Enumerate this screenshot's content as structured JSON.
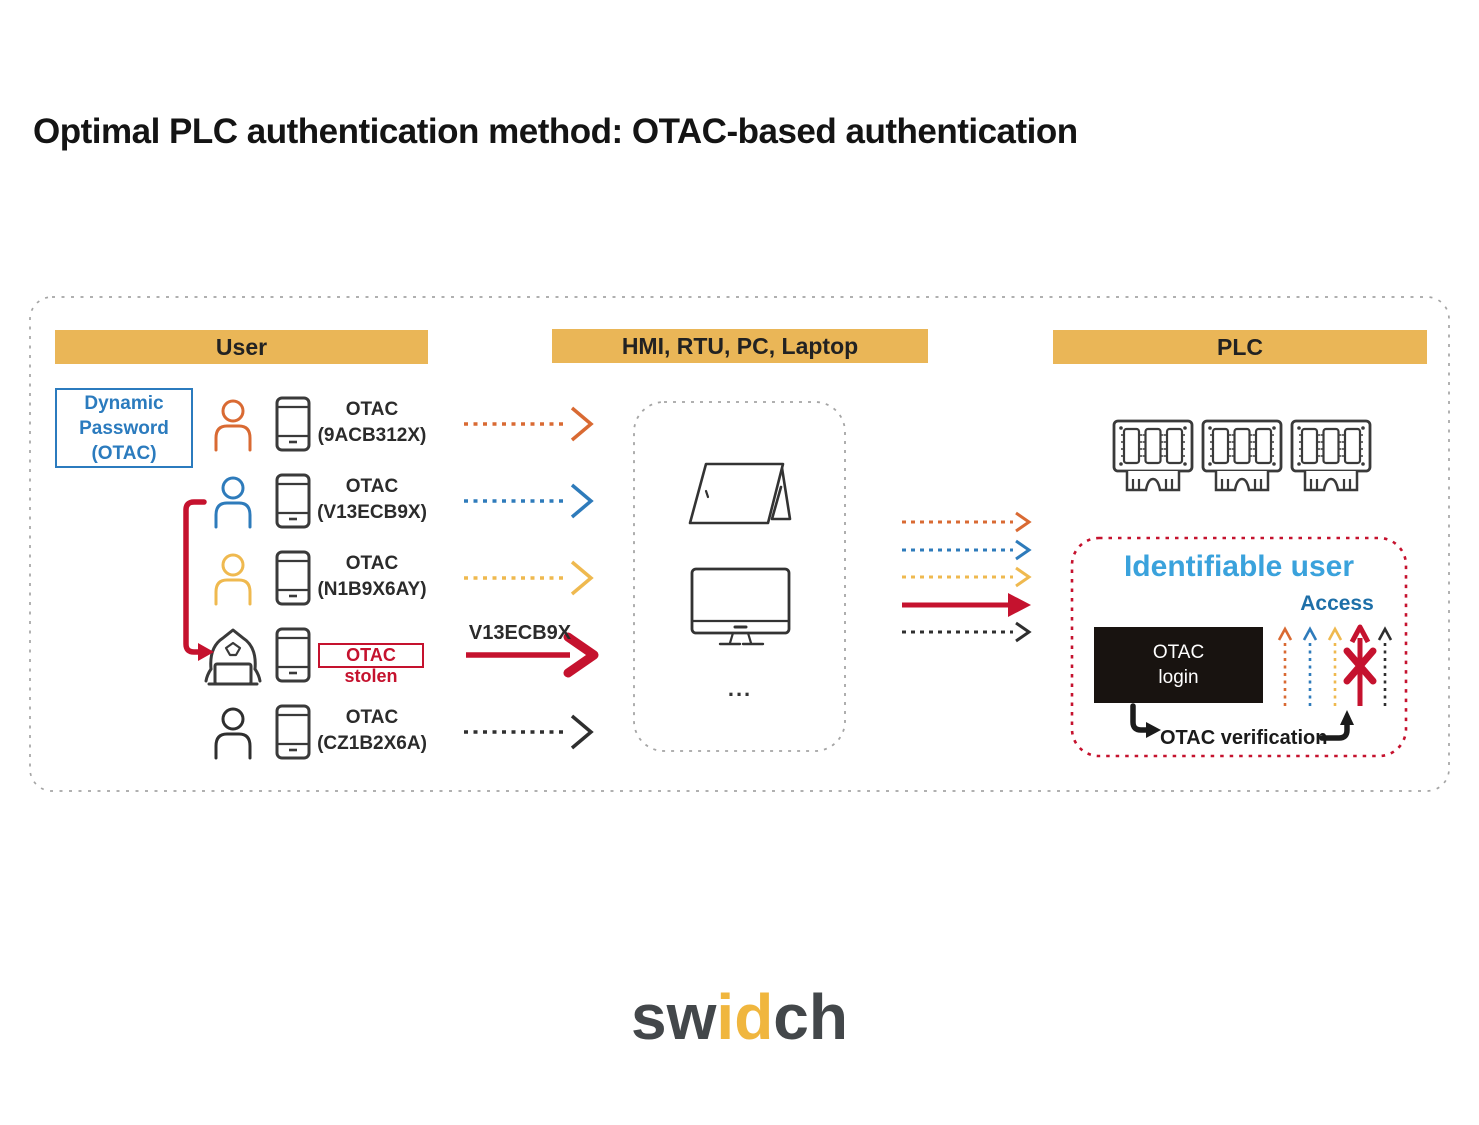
{
  "title": "Optimal PLC authentication method: OTAC-based authentication",
  "headers": {
    "user": "User",
    "hmi": "HMI, RTU, PC, Laptop",
    "plc": "PLC"
  },
  "dynamic_password": {
    "line1": "Dynamic",
    "line2": "Password",
    "line3": "(OTAC)"
  },
  "users": [
    {
      "label": "OTAC",
      "code": "(9ACB312X)"
    },
    {
      "label": "OTAC",
      "code": "(V13ECB9X)"
    },
    {
      "label": "OTAC",
      "code": "(N1B9X6AY)"
    },
    {
      "label": "OTAC stolen"
    },
    {
      "label": "OTAC",
      "code": "(CZ1B2X6A)"
    }
  ],
  "stolen_code": "V13ECB9X",
  "middle": {
    "ellipsis": "..."
  },
  "plc_panel": {
    "identifiable_user": "Identifiable user",
    "access": "Access",
    "otac_login_line1": "OTAC",
    "otac_login_line2": "login",
    "verification": "OTAC verification"
  },
  "logo": {
    "sw": "sw",
    "id": "id",
    "ch": "ch"
  },
  "colors": {
    "gold": "#EAB657",
    "red": "#C5122E",
    "orange": "#D96A33",
    "blue": "#2E7BBB",
    "yellow": "#EFB94F",
    "dark": "#2F2F2F",
    "light_blue": "#3AA2DC",
    "access_blue": "#1E6FA8",
    "dyn_blue": "#2B7BBE",
    "gray_dash": "#A5A5A5",
    "logo_dark": "#43474A",
    "logo_gold": "#F0B63E"
  }
}
